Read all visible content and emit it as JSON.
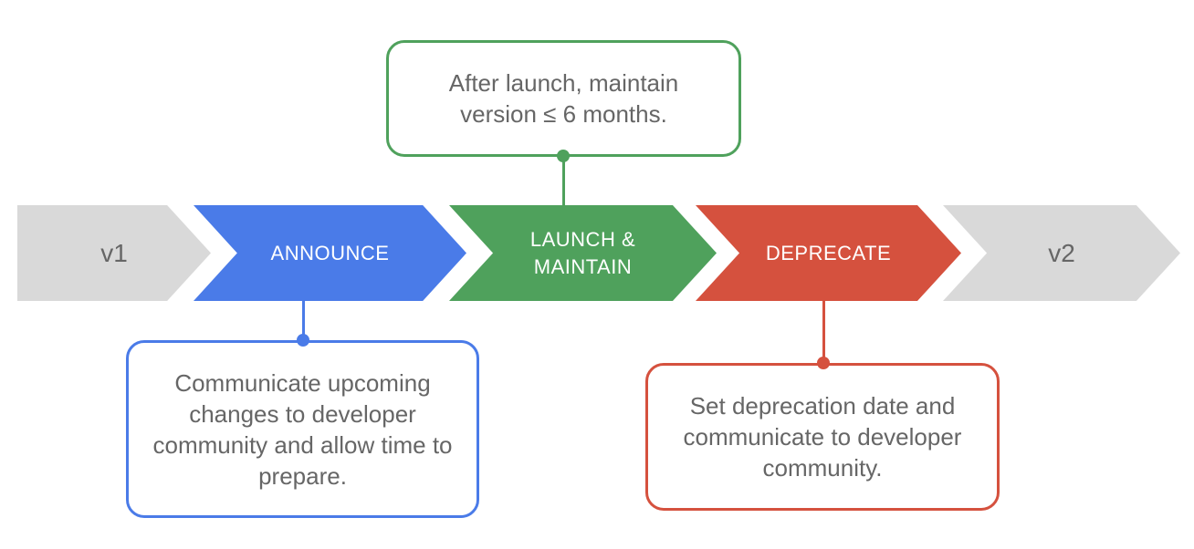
{
  "colors": {
    "blue": "#4A7BE8",
    "green": "#4FA15C",
    "red": "#D5513E",
    "gray": "#D9D9D9",
    "callout_text": "#666666",
    "stage_text": "#FFFFFF",
    "background": "#FFFFFF"
  },
  "timeline": {
    "stages": [
      {
        "id": "v1",
        "label": "v1",
        "color": "gray",
        "shape": "arrow-right"
      },
      {
        "id": "announce",
        "label": "ANNOUNCE",
        "color": "blue",
        "shape": "chevron"
      },
      {
        "id": "launch-maintain",
        "label": "LAUNCH & MAINTAIN",
        "color": "green",
        "shape": "chevron"
      },
      {
        "id": "deprecate",
        "label": "DEPRECATE",
        "color": "red",
        "shape": "chevron"
      },
      {
        "id": "v2",
        "label": "v2",
        "color": "gray",
        "shape": "chevron"
      }
    ]
  },
  "callouts": [
    {
      "id": "launch-note",
      "attached_to": "launch-maintain",
      "position": "above",
      "color": "green",
      "text": "After launch, maintain version ≤ 6 months."
    },
    {
      "id": "announce-note",
      "attached_to": "announce",
      "position": "below",
      "color": "blue",
      "text": "Communicate upcoming changes to developer community and allow time to prepare."
    },
    {
      "id": "deprecate-note",
      "attached_to": "deprecate",
      "position": "below",
      "color": "red",
      "text": "Set deprecation date and communicate to developer community."
    }
  ]
}
